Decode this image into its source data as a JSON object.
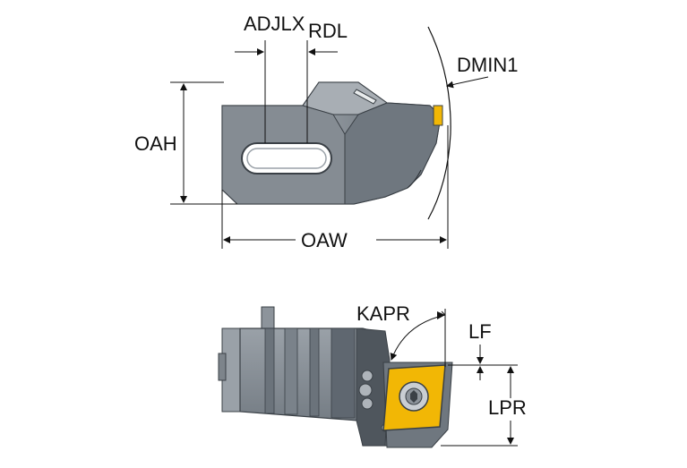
{
  "labels": {
    "adjlx": "ADJLX",
    "rdl": "RDL",
    "dmin1": "DMIN1",
    "oah": "OAH",
    "oaw": "OAW",
    "kapr": "KAPR",
    "lf": "LF",
    "lpr": "LPR"
  },
  "colors": {
    "body_dark": "#5f6770",
    "body_mid": "#8a929b",
    "body_light": "#b7bdc3",
    "insert": "#f2b705",
    "line": "#111111"
  }
}
